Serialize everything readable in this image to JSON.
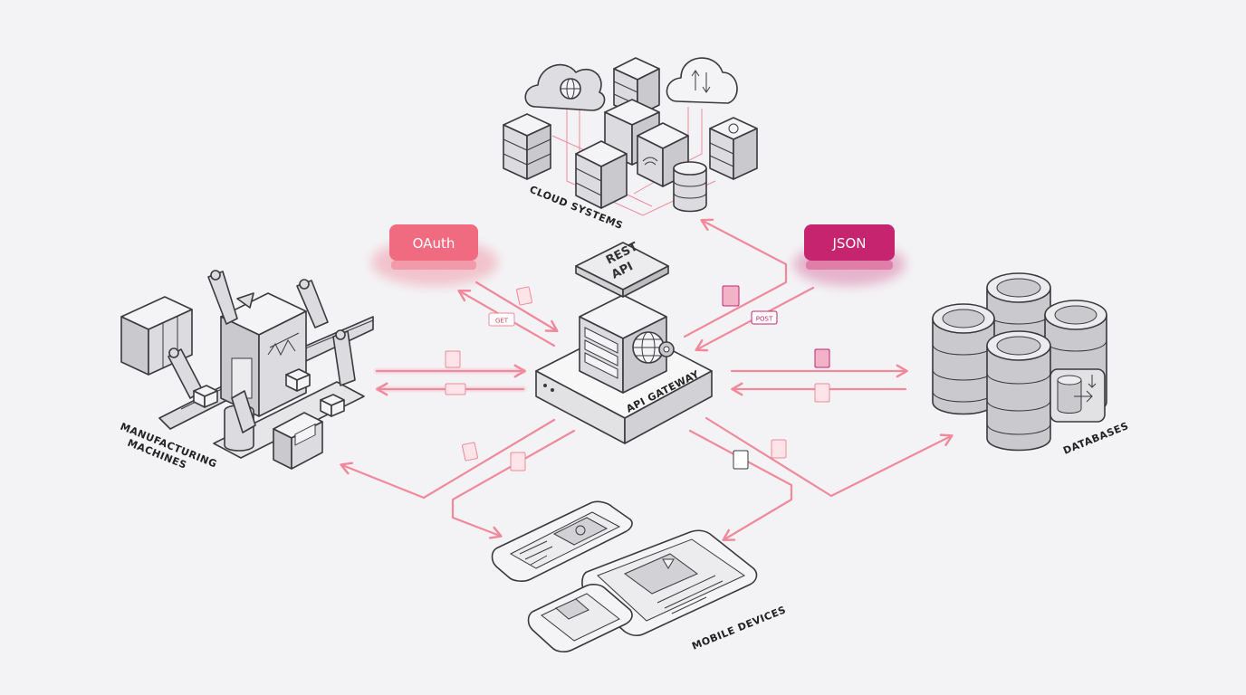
{
  "colors": {
    "background": "#f3f3f5",
    "flow_line": "#f0899b",
    "oauth_badge": "#f06b80",
    "json_badge": "#c6246e",
    "device_fill_light": "#f4f4f6",
    "device_fill_mid": "#d9d9dd",
    "device_fill_dark": "#a9a9ae"
  },
  "hub": {
    "badge_line1": "REST",
    "badge_line2": "API",
    "gateway_label": "API GATEWAY"
  },
  "badges": {
    "oauth": "OAuth",
    "json": "JSON"
  },
  "nodes": {
    "cloud": {
      "label": "CLOUD SYSTEMS"
    },
    "manufacturing": {
      "label_line1": "MANUFACTURING",
      "label_line2": "MACHINES"
    },
    "databases": {
      "label": "DATABASES"
    },
    "mobile": {
      "label": "MOBILE DEVICES"
    }
  },
  "packet_tags": {
    "get": "GET",
    "post": "POST"
  },
  "icons": [
    "cloud-globe-icon",
    "cloud-sync-icon",
    "server-rack-icon",
    "database-cylinder-icon",
    "gear-icon",
    "globe-icon",
    "document-icon",
    "robot-arm-icon",
    "tablet-icon",
    "phone-icon"
  ]
}
